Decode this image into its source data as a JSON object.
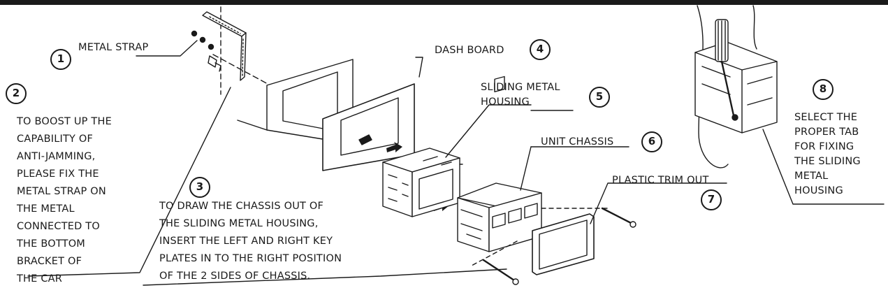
{
  "steps": [
    {
      "number": "1",
      "label_lines": [
        "METAL STRAP"
      ]
    },
    {
      "number": "2",
      "label_lines": [
        "TO BOOST UP THE",
        "CAPABILITY OF",
        "ANTI-JAMMING,",
        "PLEASE FIX THE",
        "METAL STRAP ON",
        "THE METAL",
        "CONNECTED TO",
        "THE BOTTOM",
        "BRACKET OF",
        "THE CAR"
      ]
    },
    {
      "number": "3",
      "label_lines": [
        "TO DRAW THE CHASSIS OUT OF",
        "THE SLIDING METAL HOUSING,",
        "INSERT THE LEFT AND RIGHT KEY",
        "PLATES IN TO THE RIGHT POSITION",
        "OF THE 2 SIDES OF CHASSIS."
      ]
    },
    {
      "number": "4",
      "label_lines": [
        "DASH BOARD"
      ]
    },
    {
      "number": "5",
      "label_lines": [
        "SLIDING METAL",
        "HOUSING"
      ]
    },
    {
      "number": "6",
      "label_lines": [
        "UNIT CHASSIS"
      ]
    },
    {
      "number": "7",
      "label_lines": [
        "PLASTIC TRIM OUT"
      ]
    },
    {
      "number": "8",
      "label_lines": [
        "SELECT THE",
        "PROPER TAB",
        "FOR FIXING",
        "THE SLIDING",
        "METAL",
        "HOUSING"
      ]
    }
  ],
  "colors": {
    "ink": "#1a1a1a",
    "top_bar": "#1a1a1a",
    "background": "#ffffff"
  }
}
